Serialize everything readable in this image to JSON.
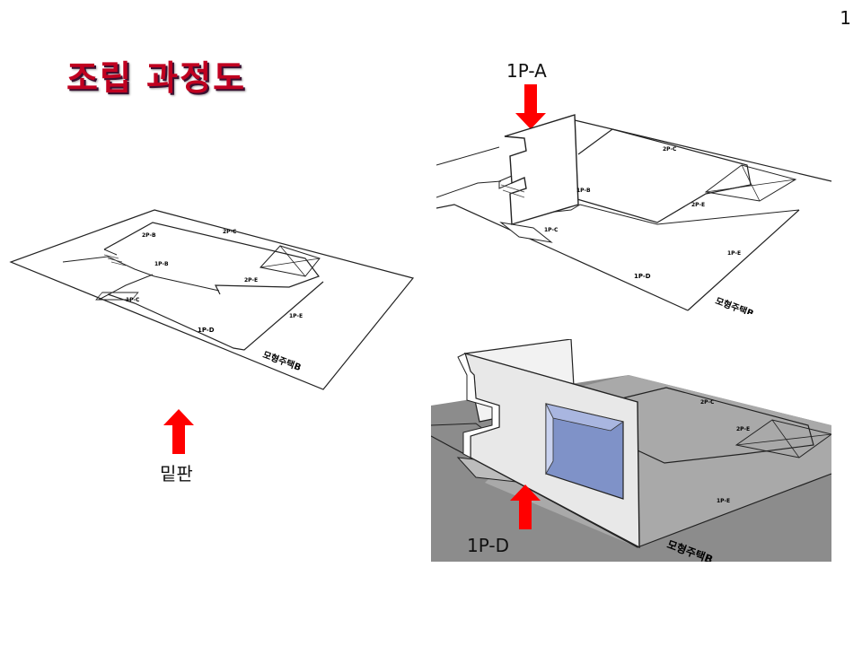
{
  "page_number": "1",
  "title": "조립 과정도",
  "labels": {
    "base_board": "밑판",
    "panel_a": "1P-A",
    "panel_d": "1P-D"
  },
  "plan_tags": {
    "board_name": "모형주택B",
    "tag_1pd": "1P-D",
    "tag_1pe": "1P-E",
    "tag_1pb": "1P-B",
    "tag_1pc": "1P-C",
    "tag_2pb": "2P-B",
    "tag_2pc": "2P-C",
    "tag_2pe": "2P-E"
  },
  "colors": {
    "title_red": "#c00020",
    "arrow_red": "#ff0000",
    "window_blue": "#7f92c8",
    "shadow_gray": "#8c8c8c"
  }
}
